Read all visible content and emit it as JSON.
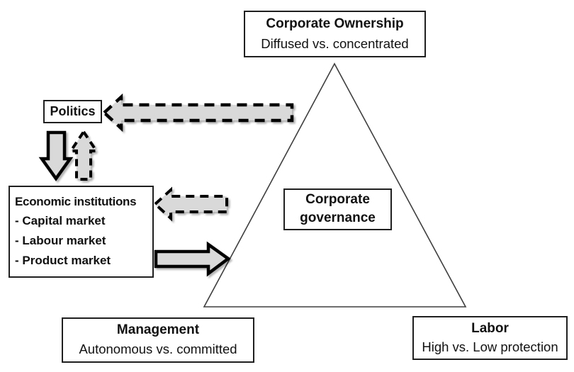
{
  "diagram_title": "Corporate governance determinants triangle diagram",
  "colors": {
    "background": "#ffffff",
    "arrow_fill": "#d9d9d9",
    "arrow_stroke": "#000000",
    "box_border": "#1f1f1f",
    "triangle_stroke": "#3f3f3f",
    "text": "#111111"
  },
  "boxes": {
    "corporate_ownership": {
      "title": "Corporate Ownership",
      "subtitle": "Diffused vs. concentrated"
    },
    "politics": {
      "title": "Politics"
    },
    "economic_institutions": {
      "title": "Economic institutions",
      "items": [
        "- Capital market",
        "- Labour market",
        "- Product market"
      ]
    },
    "corporate_governance": {
      "title_line1": "Corporate",
      "title_line2": "governance"
    },
    "management": {
      "title": "Management",
      "subtitle": "Autonomous vs. committed"
    },
    "labor": {
      "title": "Labor",
      "subtitle": "High vs. Low protection"
    }
  },
  "arrows": [
    {
      "name": "triangle-to-politics-arrow",
      "style": "dashed",
      "direction": "left"
    },
    {
      "name": "politics-to-economic-arrow",
      "style": "solid",
      "direction": "down"
    },
    {
      "name": "economic-to-politics-arrow",
      "style": "dashed",
      "direction": "up"
    },
    {
      "name": "triangle-to-economic-arrow",
      "style": "dashed",
      "direction": "left"
    },
    {
      "name": "economic-to-triangle-arrow",
      "style": "solid",
      "direction": "right"
    }
  ]
}
